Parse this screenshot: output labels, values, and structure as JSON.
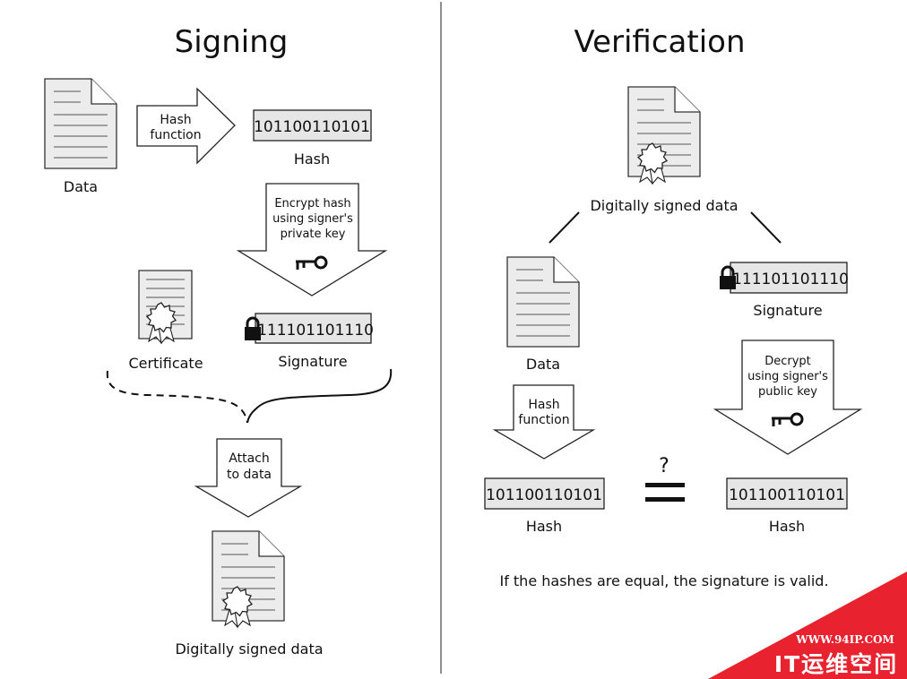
{
  "signing": {
    "title": "Signing",
    "data_label": "Data",
    "hash_function": [
      "Hash",
      "function"
    ],
    "hash_value": "101100110101",
    "hash_label": "Hash",
    "encrypt_text": [
      "Encrypt hash",
      "using signer's",
      "private key"
    ],
    "certificate_label": "Certificate",
    "signature_value": "111101101110",
    "signature_label": "Signature",
    "attach_text": [
      "Attach",
      "to data"
    ],
    "signed_label": "Digitally signed data"
  },
  "verification": {
    "title": "Verification",
    "signed_label": "Digitally signed data",
    "data_label": "Data",
    "signature_value": "111101101110",
    "signature_label": "Signature",
    "hash_function": [
      "Hash",
      "function"
    ],
    "decrypt_text": [
      "Decrypt",
      "using signer's",
      "public key"
    ],
    "hash_left_value": "101100110101",
    "hash_left_label": "Hash",
    "hash_right_value": "101100110101",
    "hash_right_label": "Hash",
    "question": "?",
    "conclusion": "If the hashes are equal, the signature is valid."
  },
  "watermark": {
    "url": "WWW.94IP.COM",
    "brand": "IT运维空间"
  },
  "colors": {
    "paper": "#ececec",
    "box": "#e6e6e6",
    "stroke": "#222222",
    "watermark": "#e8222e"
  }
}
